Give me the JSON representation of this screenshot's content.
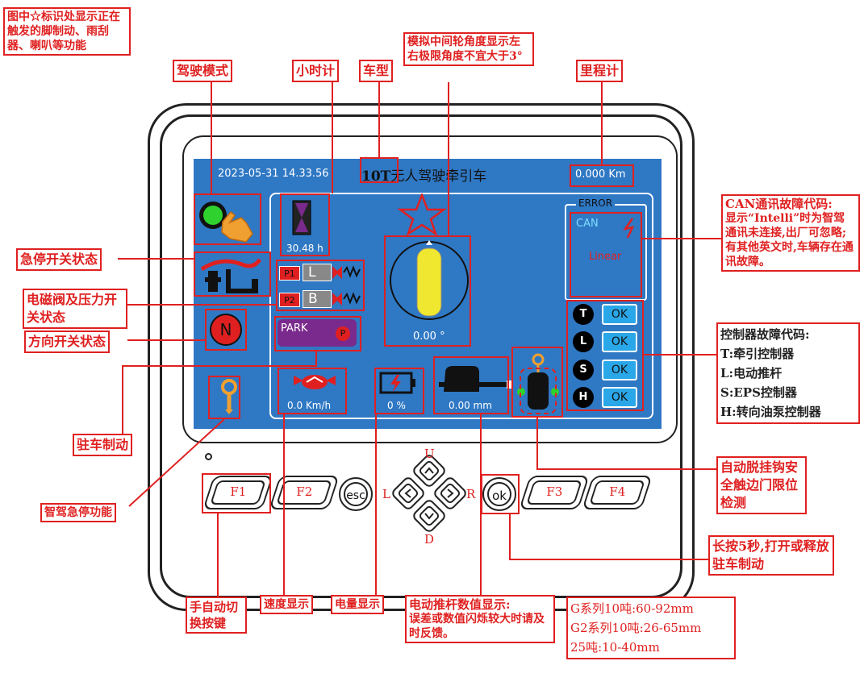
{
  "screen": {
    "datetime": "2023-05-31 14.33.56",
    "vehicle_model": "10T",
    "vehicle_name": "无人驾驶牵引车",
    "odometer": "0.000 Km",
    "hour_meter": "30.48  h",
    "p1_label": "P1",
    "p1_letter": "L",
    "p2_label": "P2",
    "p2_letter": "B",
    "park_label": "PARK",
    "park_badge": "P",
    "direction": "N",
    "wheel_angle": "0.00 °",
    "speed": "0.0  Km/h",
    "battery": "0  %",
    "push_rod": "0.00  mm",
    "error_title": "ERROR",
    "error_can": "CAN",
    "error_code": "Linear",
    "controllers": [
      {
        "letter": "T",
        "status": "OK"
      },
      {
        "letter": "L",
        "status": "OK"
      },
      {
        "letter": "S",
        "status": "OK"
      },
      {
        "letter": "H",
        "status": "OK"
      }
    ],
    "colors": {
      "screen_bg": "#2f78c4",
      "callout": "#e02020",
      "ok_button": "#2aa7e8",
      "park_bg": "#7a2a8c"
    }
  },
  "keys": {
    "f1": "F1",
    "f2": "F2",
    "esc": "esc",
    "ok": "ok",
    "f3": "F3",
    "f4": "F4",
    "up": "U",
    "down": "D",
    "left": "L",
    "right": "R"
  },
  "callouts": {
    "star_note": "图中☆标识处显示正在触发的脚制动、雨刮器、喇叭等功能",
    "drive_mode": "驾驶模式",
    "hour_meter": "小时计",
    "vehicle_type": "车型",
    "wheel_angle": "模拟中间轮角度显示左右极限角度不宜大于3°",
    "odometer": "里程计",
    "estop": "急停开关状态",
    "valve": "电磁阀及压力开关状态",
    "direction": "方向开关状态",
    "parking": "驻车制动",
    "smart_estop": "智驾急停功能",
    "can_title": "CAN通讯故障代码:",
    "can_body": "显示“Intelli”时为智驾通讯未连接,出厂可忽略;有其他英文时,车辆存在通讯故障。",
    "ctrl_title": "控制器故障代码:",
    "ctrl_t": "T:牵引控制器",
    "ctrl_l": "L:电动推杆",
    "ctrl_s": "S:EPS控制器",
    "ctrl_h": "H:转向油泵控制器",
    "auto_hitch": "自动脱挂钩安全触边门限位检测",
    "long_press": "长按5秒,打开或释放驻车制动",
    "manual_switch": "手自动切换按键",
    "speed": "速度显示",
    "battery": "电量显示",
    "push_rod_title": "电动推杆数值显示:",
    "push_rod_body": "误差或数值闪烁较大时请及时反馈。",
    "spec1": "G系列10吨:60-92mm",
    "spec2": "G2系列10吨:26-65mm",
    "spec3": "25吨:10-40mm"
  }
}
